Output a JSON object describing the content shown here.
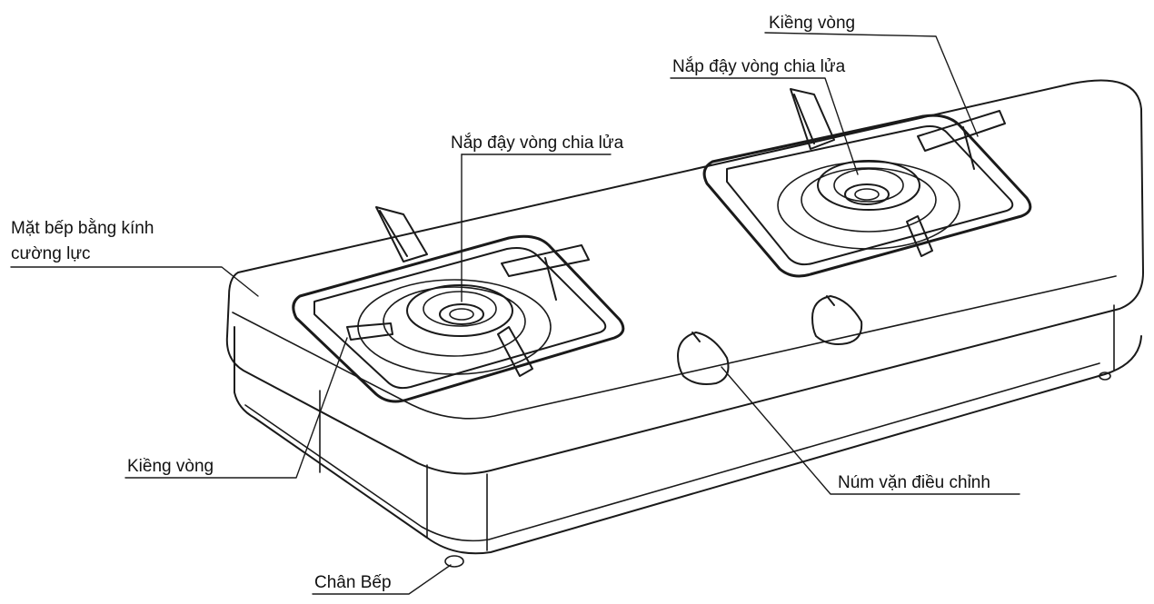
{
  "labels": {
    "top_grate": "Kiềng vòng",
    "right_cap": "Nắp đậy vòng chia lửa",
    "left_cap": "Nắp đậy vòng chia lửa",
    "surface_line1": "Mặt bếp bằng kính",
    "surface_line2": "cường lực",
    "left_grate": "Kiềng vòng",
    "knob": "Núm vặn điều chỉnh",
    "foot": "Chân Bếp"
  }
}
